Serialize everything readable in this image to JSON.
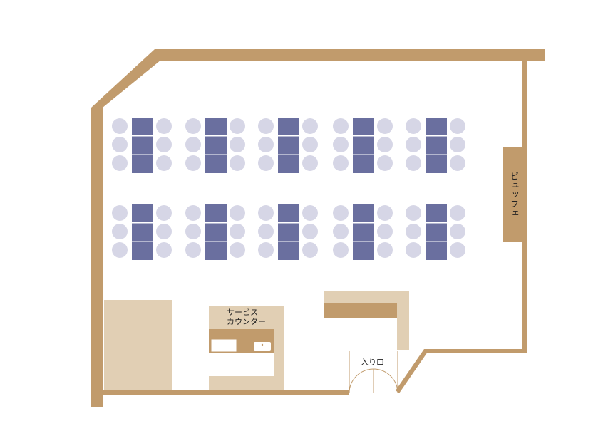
{
  "labels": {
    "buffet": "ビュッフェ",
    "service_counter_line1": "サービス",
    "service_counter_line2": "カウンター",
    "entrance": "入り口"
  },
  "colors": {
    "wall": "#c19b6c",
    "floor_block": "#e1cfb4",
    "table": "#6a6f9f",
    "chair": "#d6d6e6",
    "background": "#ffffff"
  },
  "seating": {
    "rows": 2,
    "groups_per_row": 5,
    "tables_per_group": 3,
    "chairs_per_side": 3
  }
}
